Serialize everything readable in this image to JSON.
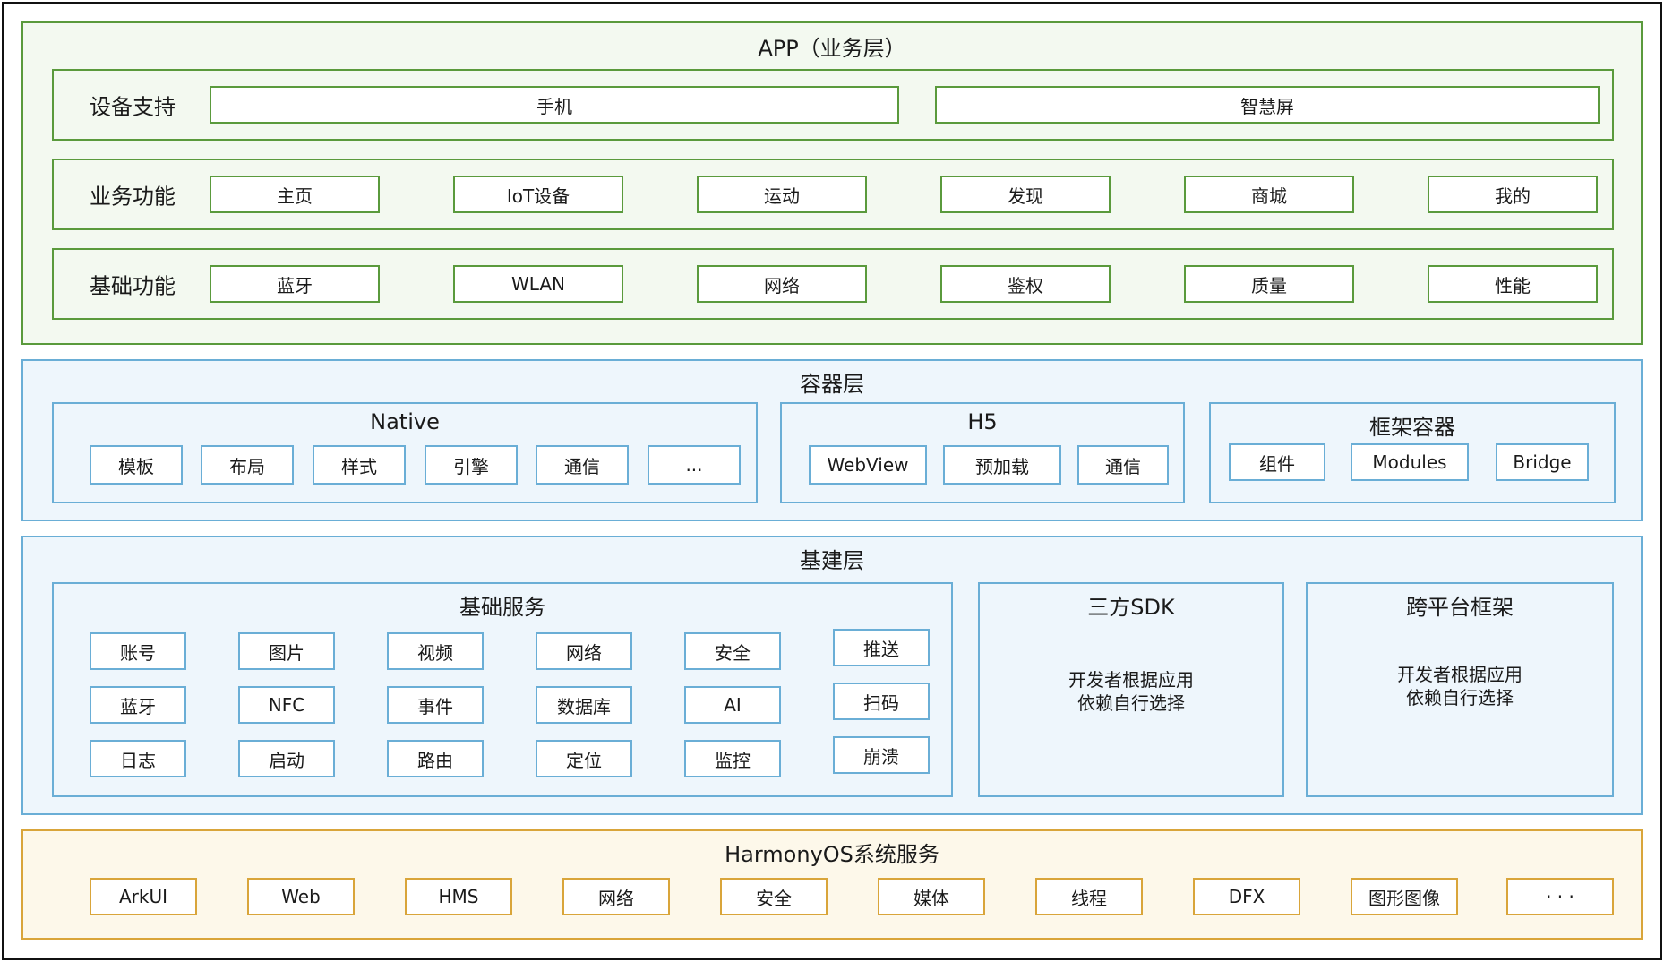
{
  "app_layer": {
    "title": "APP（业务层）",
    "device_row": {
      "label": "设备支持",
      "items": [
        "手机",
        "智慧屏"
      ]
    },
    "business_row": {
      "label": "业务功能",
      "items": [
        "主页",
        "IoT设备",
        "运动",
        "发现",
        "商城",
        "我的"
      ]
    },
    "basic_row": {
      "label": "基础功能",
      "items": [
        "蓝牙",
        "WLAN",
        "网络",
        "鉴权",
        "质量",
        "性能"
      ]
    }
  },
  "container_layer": {
    "title": "容器层",
    "native": {
      "title": "Native",
      "items": [
        "模板",
        "布局",
        "样式",
        "引擎",
        "通信",
        "..."
      ]
    },
    "h5": {
      "title": "H5",
      "items": [
        "WebView",
        "预加载",
        "通信"
      ]
    },
    "framework": {
      "title": "框架容器",
      "items": [
        "组件",
        "Modules",
        "Bridge"
      ]
    }
  },
  "infra_layer": {
    "title": "基建层",
    "basic_services": {
      "title": "基础服务",
      "grid": [
        [
          "账号",
          "图片",
          "视频",
          "网络",
          "安全",
          "推送"
        ],
        [
          "蓝牙",
          "NFC",
          "事件",
          "数据库",
          "AI",
          "扫码"
        ],
        [
          "日志",
          "启动",
          "路由",
          "定位",
          "监控",
          "崩溃"
        ]
      ]
    },
    "third_party": {
      "title": "三方SDK",
      "desc_line1": "开发者根据应用",
      "desc_line2": "依赖自行选择"
    },
    "cross_platform": {
      "title": "跨平台框架",
      "desc_line1": "开发者根据应用",
      "desc_line2": "依赖自行选择"
    }
  },
  "os_layer": {
    "title": "HarmonyOS系统服务",
    "items": [
      "ArkUI",
      "Web",
      "HMS",
      "网络",
      "安全",
      "媒体",
      "线程",
      "DFX",
      "图形图像",
      "· · ·"
    ]
  }
}
